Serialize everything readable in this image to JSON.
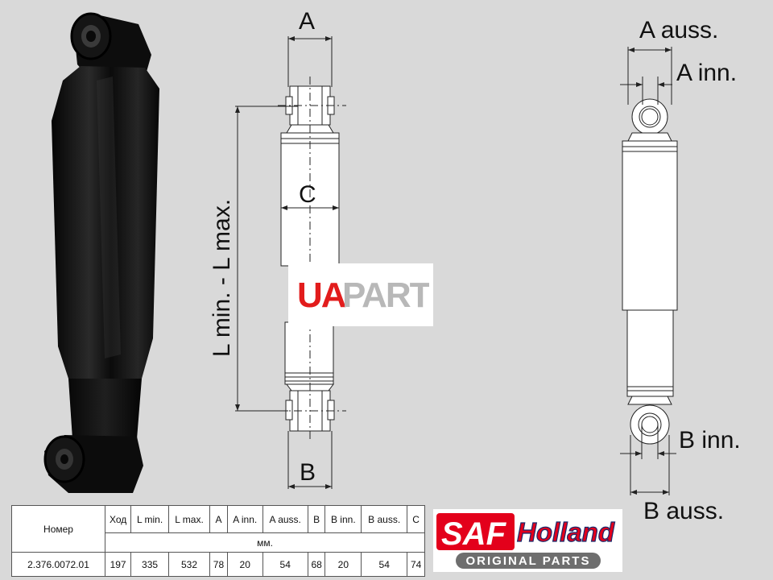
{
  "drawing_labels": {
    "A": "A",
    "C": "C",
    "B": "B",
    "L": "L min. - L max.",
    "A_auss": "A auss.",
    "A_inn": "A inn.",
    "B_inn": "B inn.",
    "B_auss": "B auss."
  },
  "watermark": {
    "left": "UA",
    "right": "PARTS"
  },
  "table": {
    "headers": [
      "Номер",
      "Ход",
      "L min.",
      "L max.",
      "A",
      "A inn.",
      "A auss.",
      "B",
      "B inn.",
      "B auss.",
      "C"
    ],
    "units": "мм.",
    "row": [
      "2.376.0072.01",
      "197",
      "335",
      "532",
      "78",
      "20",
      "54",
      "68",
      "20",
      "54",
      "74"
    ]
  },
  "brand": {
    "saf": "SAF",
    "holland": "Holland",
    "tagline": "ORIGINAL PARTS"
  },
  "colors": {
    "background": "#d9d9d9",
    "saf_red": "#e3001b",
    "ua_red": "#e21c1c",
    "parts_gray": "#b8b8b8"
  }
}
